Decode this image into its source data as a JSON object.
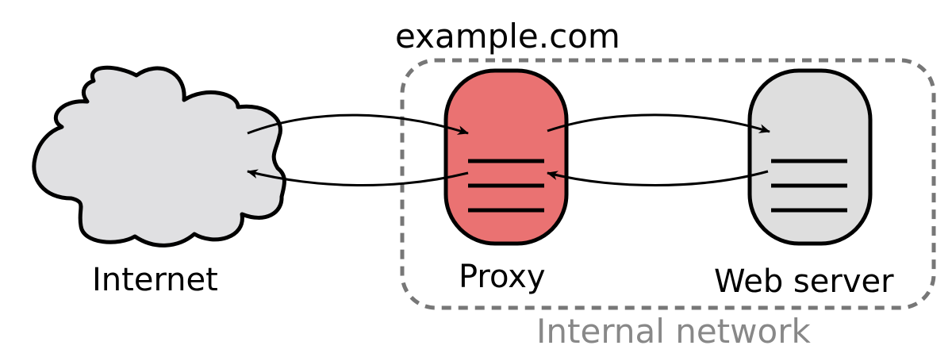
{
  "diagram": {
    "title": "example.com",
    "nodes": {
      "internet": {
        "label": "Internet",
        "shape": "cloud",
        "fill": "#e0e0e2"
      },
      "proxy": {
        "label": "Proxy",
        "shape": "server",
        "fill": "#ea7272"
      },
      "web_server": {
        "label": "Web server",
        "shape": "server",
        "fill": "#dedede"
      }
    },
    "group": {
      "label": "Internal network",
      "border": "dashed",
      "border_color": "#777777",
      "label_color": "#888888"
    },
    "edges": [
      {
        "from": "internet",
        "to": "proxy"
      },
      {
        "from": "proxy",
        "to": "internet"
      },
      {
        "from": "proxy",
        "to": "web_server"
      },
      {
        "from": "web_server",
        "to": "proxy"
      }
    ]
  }
}
